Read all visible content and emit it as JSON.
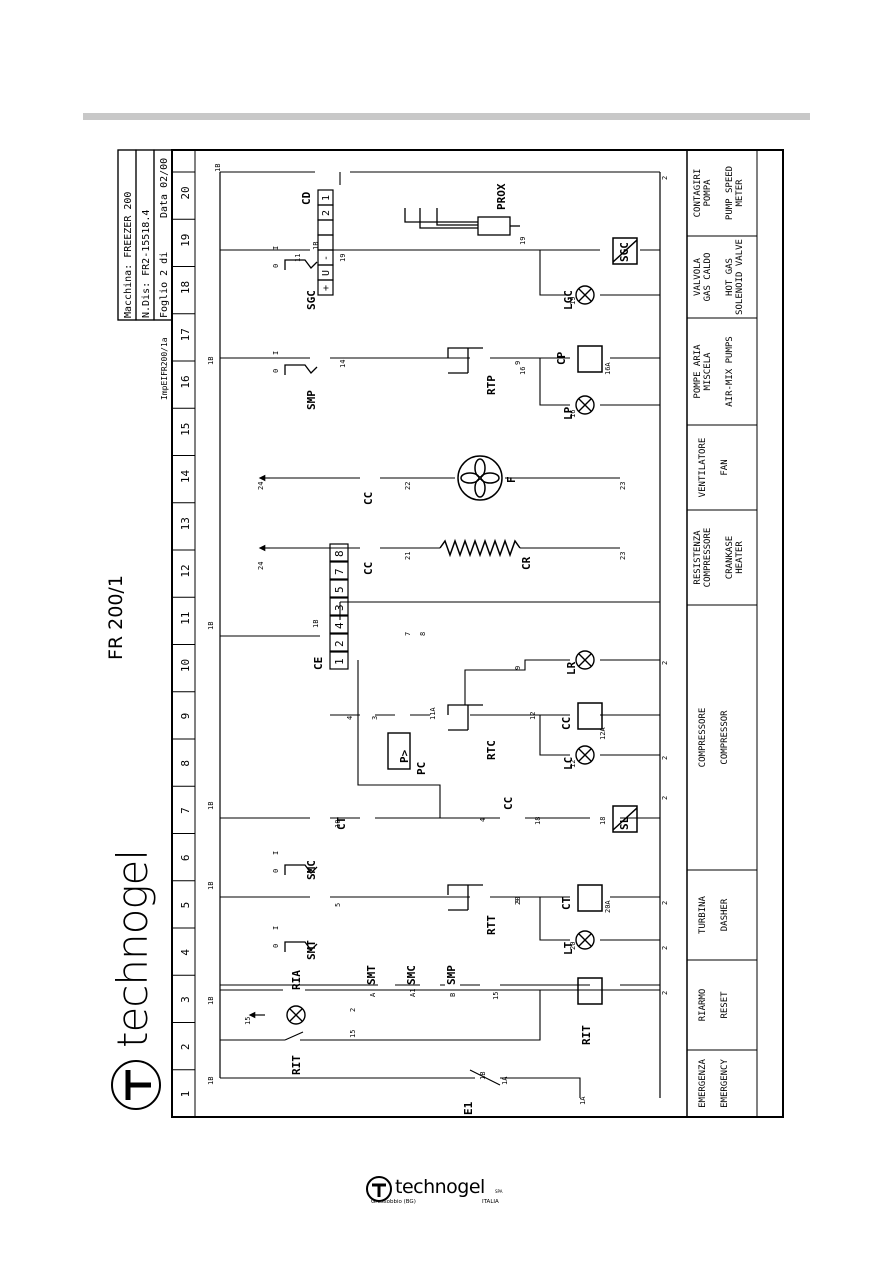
{
  "page": {
    "brand_logo_text": "technogel",
    "drawing_code": "FR 200/1"
  },
  "title_block": {
    "machine": "Macchina: FREEZER 200",
    "drawing_no": "N.Dis:   FR2-15518.4",
    "sheet": "Foglio 2 di",
    "date": "Data 02/00",
    "ref": "ImpEIFR200/1a"
  },
  "column_numbers": [
    "1",
    "2",
    "3",
    "4",
    "5",
    "6",
    "7",
    "8",
    "9",
    "10",
    "11",
    "12",
    "13",
    "14",
    "15",
    "16",
    "17",
    "18",
    "19",
    "20"
  ],
  "legend": [
    {
      "it": [
        "EMERGENZA"
      ],
      "en": [
        "EMERGENCY"
      ]
    },
    {
      "it": [
        "RIARMO"
      ],
      "en": [
        "RESET"
      ]
    },
    {
      "it": [
        "TURBINA"
      ],
      "en": [
        "DASHER"
      ]
    },
    {
      "it": [
        "COMPRESSORE"
      ],
      "en": [
        "COMPRESSOR"
      ]
    },
    {
      "it": [
        "RESISTENZA",
        "COMPRESSORE"
      ],
      "en": [
        "CRANKASE",
        "HEATER"
      ]
    },
    {
      "it": [
        "VENTILATORE"
      ],
      "en": [
        "FAN"
      ]
    },
    {
      "it": [
        "POMPE ARIA",
        "MISCELA"
      ],
      "en": [
        "AIR-MIX PUMPS"
      ]
    },
    {
      "it": [
        "VALVOLA",
        "GAS CALDO"
      ],
      "en": [
        "HOT GAS",
        "SOLENOID VALVE"
      ]
    },
    {
      "it": [
        "CONTAGIRI",
        "POMPA"
      ],
      "en": [
        "PUMP SPEED",
        "METER"
      ]
    }
  ],
  "component_labels": {
    "e1": "E1",
    "rit": "RIT",
    "ria": "RIA",
    "smt": "SMT",
    "smc": "SMC",
    "smp": "SMP",
    "rtt": "RTT",
    "ct": "CT",
    "lt": "LT",
    "cc": "CC",
    "sl": "SL",
    "pc": "PC",
    "rtc": "RTC",
    "lc": "LC",
    "lr": "LR",
    "ce": "CE",
    "cr": "CR",
    "f": "F",
    "rtp": "RTP",
    "cp": "CP",
    "lp": "LP",
    "sgc": "SGC",
    "lgc": "LGC",
    "cd": "CD",
    "prox": "PROX",
    "p_gt": "P>"
  },
  "ce_terminals": [
    "1",
    "2",
    "4",
    "3",
    "5",
    "7",
    "8"
  ],
  "cd_terminals": [
    "1",
    "2",
    "",
    "",
    "-",
    "U",
    "+"
  ],
  "wire_numbers": {
    "w1b": "1B",
    "w1a": "1A",
    "w2": "2",
    "w4": "4",
    "w5": "5",
    "w7": "7",
    "w8": "8",
    "w9": "9",
    "w10": "10",
    "w11": "11",
    "w11a": "11A",
    "w12": "12",
    "w12a": "12A",
    "w14": "14",
    "w15": "15",
    "w16": "16",
    "w16a": "16A",
    "w18": "18",
    "w19": "19",
    "w20": "20",
    "w20a": "20A",
    "w21": "21",
    "w22": "22",
    "w23": "23",
    "w24": "24",
    "w3": "3",
    "wa": "A",
    "wa1": "A1",
    "wb": "B"
  },
  "switch_positions": {
    "zero": "0",
    "one": "I"
  },
  "footer": {
    "brand": "technogel",
    "city": "Grassobbio (BG)",
    "country": "ITALIA",
    "sup": "SPA"
  }
}
